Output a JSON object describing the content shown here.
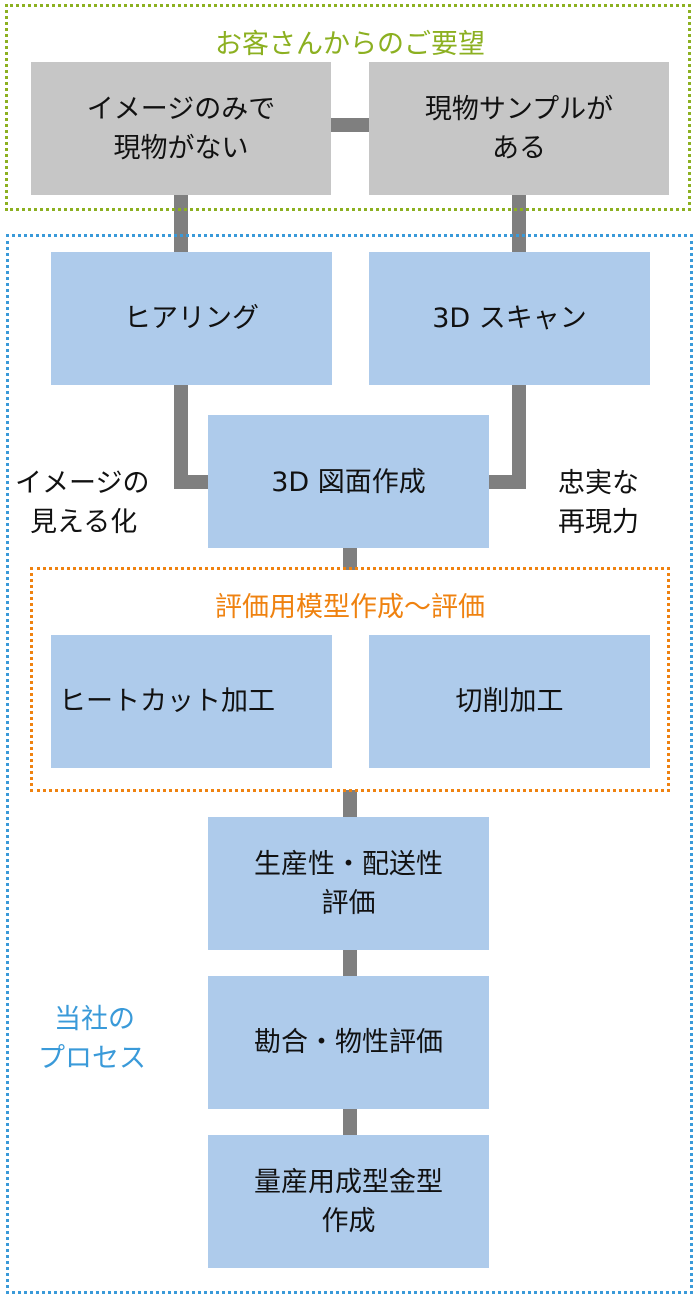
{
  "customer_request": {
    "title": "お客さんからのご要望",
    "options": [
      {
        "line1": "イメージのみで",
        "line2": "現物がない"
      },
      {
        "line1": "現物サンプルが",
        "line2": "ある"
      }
    ]
  },
  "process": {
    "label_line1": "当社の",
    "label_line2": "プロセス",
    "inputs": [
      "ヒアリング",
      "3D スキャン"
    ],
    "drawing": "3D 図面作成",
    "left_note": {
      "line1": "イメージの",
      "line2": "見える化"
    },
    "right_note": {
      "line1": "忠実な",
      "line2": "再現力"
    },
    "model_stage": {
      "title": "評価用模型作成～評価",
      "methods": [
        "ヒートカット加工",
        "切削加工"
      ]
    },
    "steps": [
      {
        "line1": "生産性・配送性",
        "line2": "評価"
      },
      {
        "line1": "勘合・物性評価",
        "line2": ""
      },
      {
        "line1": "量産用成型金型",
        "line2": "作成"
      }
    ]
  },
  "colors": {
    "customer_frame": "#8cb021",
    "process_frame": "#3a9ad9",
    "model_frame": "#ef8210",
    "gray_box": "#c6c6c6",
    "blue_box": "#aecbeb",
    "connector": "#7f7f7f"
  }
}
